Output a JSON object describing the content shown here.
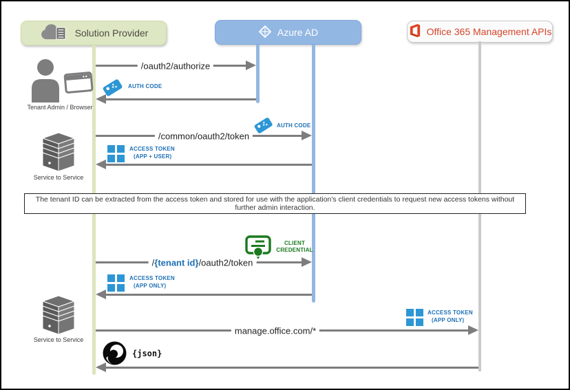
{
  "headers": {
    "solution_provider": "Solution Provider",
    "azure_ad": "Azure AD",
    "office365": "Office 365 Management APIs"
  },
  "participants": {
    "tenant_admin": "Tenant Admin / Browser",
    "service1": "Service to Service",
    "service2": "Service to Service"
  },
  "messages": {
    "authorize": "/oauth2/authorize",
    "common_token": "/common/oauth2/token",
    "tenant_token_pre": "/",
    "tenant_token_tenant": "{tenant id}",
    "tenant_token_post": "/oauth2/token",
    "manage_api": "manage.office.com/*"
  },
  "badges": {
    "auth_code_1": "AUTH CODE",
    "auth_code_2": "AUTH CODE",
    "access_token_app_user_line1": "ACCESS TOKEN",
    "access_token_app_user_line2": "(APP + USER)",
    "access_token_app_only1_line1": "ACCESS TOKEN",
    "access_token_app_only1_line2": "(APP ONLY)",
    "access_token_app_only2_line1": "ACCESS TOKEN",
    "access_token_app_only2_line2": "(APP ONLY)",
    "client_credential_line1": "CLIENT",
    "client_credential_line2": "CREDENTIAL",
    "json": "{json}"
  },
  "note": "The tenant ID can be extracted from the access token and stored for use with the application's client credentials to request new access tokens without further admin interaction.",
  "colors": {
    "solution_provider_bg": "#dde7c3",
    "azure_bg": "#93b7e3",
    "office_text": "#d5452c",
    "arrow_gray": "#7d7d7d",
    "token_blue_text": "#1d6fb5",
    "icon_blue": "#2d96d5",
    "credential_green": "#1b7a1f",
    "sp_lifeline": "#dfe3bd",
    "office_lifeline": "#cbcbcb"
  }
}
